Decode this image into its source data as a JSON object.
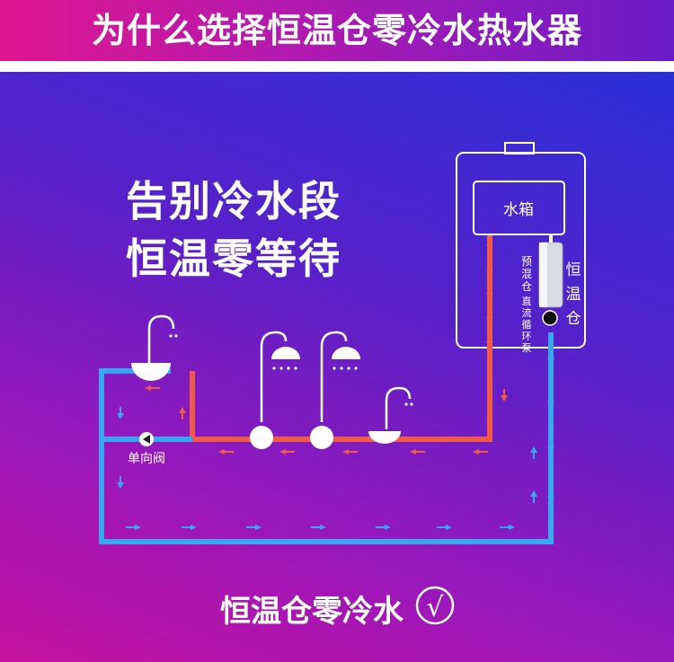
{
  "header": {
    "title": "为什么选择恒温仓零冷水热水器"
  },
  "slogan": {
    "line1": "告别冷水段",
    "line2": "恒温零等待"
  },
  "heater": {
    "tank_label": "水箱",
    "premix_label": "预混仓",
    "pump_label": "直流循环泵",
    "chamber_label": "恒温仓"
  },
  "valve_label": "单向阀",
  "footer": {
    "text": "恒温仓零冷水",
    "check": "√"
  },
  "colors": {
    "hot_pipe": "#f05a4a",
    "cold_pipe": "#3aa6f0",
    "outline": "#ffffff"
  }
}
